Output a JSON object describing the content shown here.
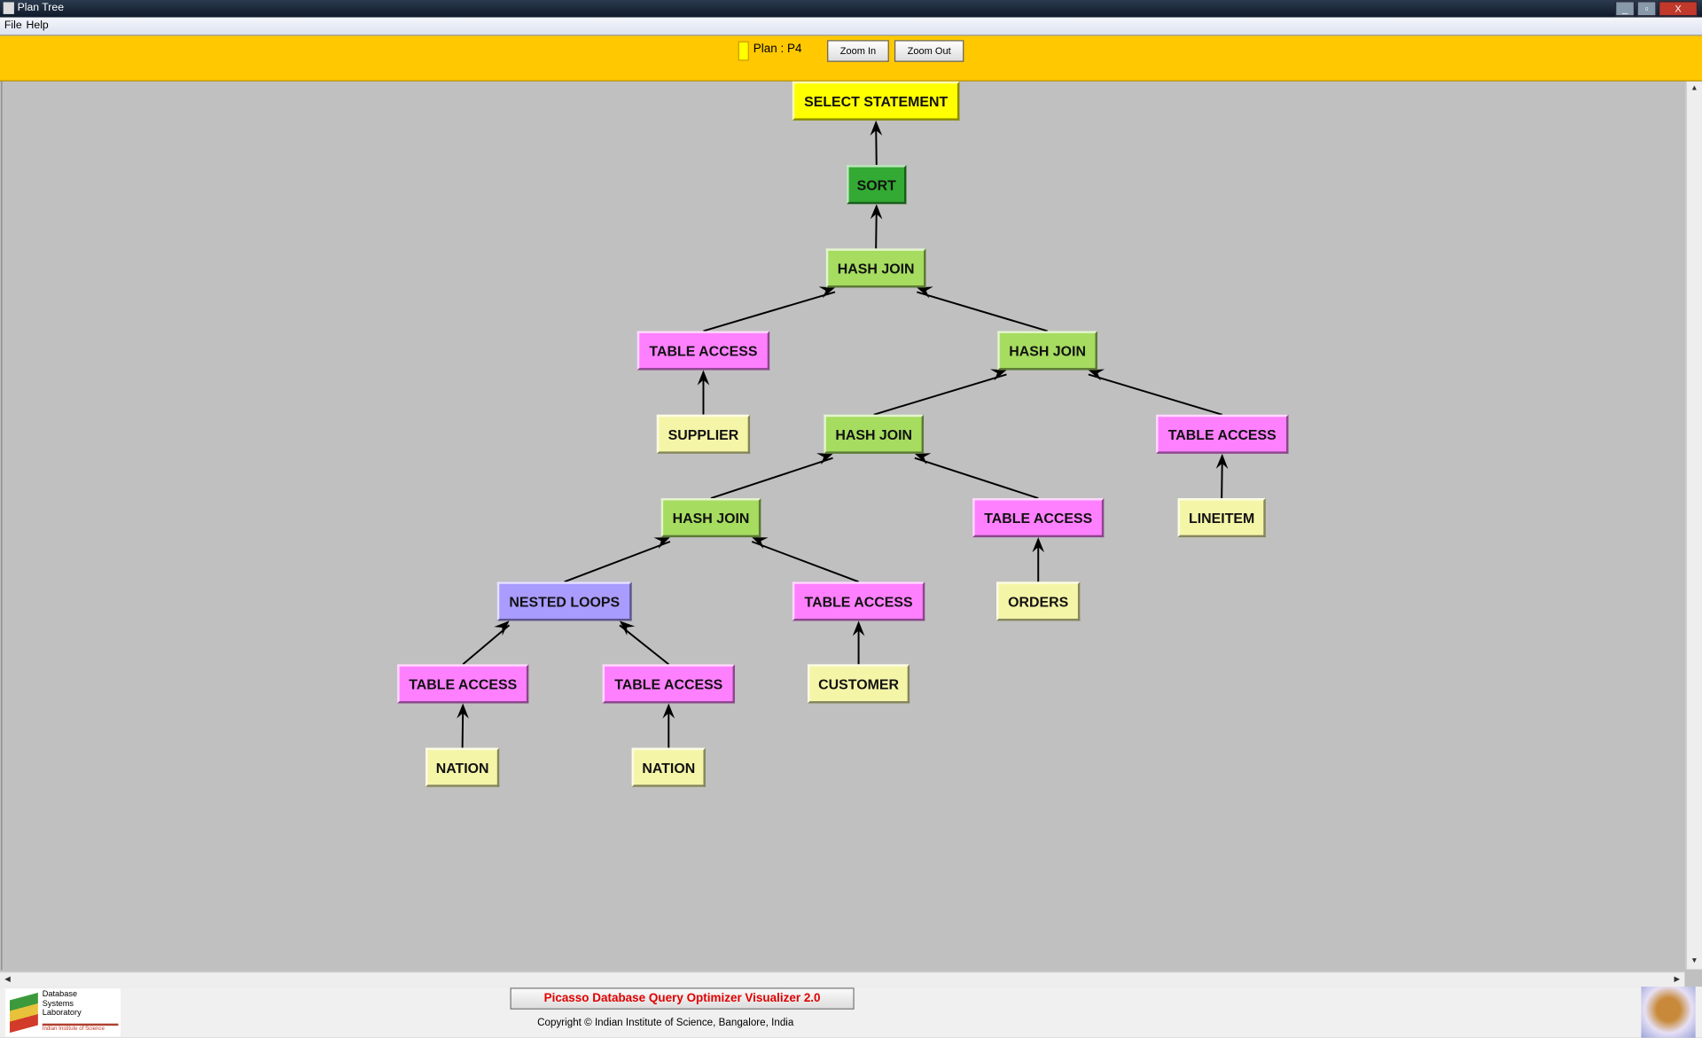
{
  "window": {
    "title": "Plan Tree",
    "controls": [
      "minimize",
      "restore",
      "close"
    ]
  },
  "menu": [
    "File",
    "Help"
  ],
  "toolbar": {
    "plan_label": "Plan : P4",
    "zoom_in": "Zoom In",
    "zoom_out": "Zoom Out"
  },
  "colors": {
    "select": "#ffff00",
    "sort": "#33aa33",
    "join": "#a6dc60",
    "access": "#ff80ff",
    "nested": "#a89cff",
    "table": "#f5f5a8"
  },
  "tree": [
    {
      "label": "SELECT STATEMENT",
      "kind": "select",
      "parent": null
    },
    {
      "label": "SORT",
      "kind": "sort",
      "parent": 0
    },
    {
      "label": "HASH JOIN",
      "kind": "join",
      "parent": 1
    },
    {
      "label": "TABLE ACCESS",
      "kind": "access",
      "parent": 2,
      "side": "left"
    },
    {
      "label": "HASH JOIN",
      "kind": "join",
      "parent": 2,
      "side": "right"
    },
    {
      "label": "SUPPLIER",
      "kind": "table",
      "parent": 3
    },
    {
      "label": "HASH JOIN",
      "kind": "join",
      "parent": 4,
      "side": "left"
    },
    {
      "label": "TABLE ACCESS",
      "kind": "access",
      "parent": 4,
      "side": "right"
    },
    {
      "label": "HASH JOIN",
      "kind": "join",
      "parent": 6,
      "side": "left"
    },
    {
      "label": "TABLE ACCESS",
      "kind": "access",
      "parent": 6,
      "side": "right"
    },
    {
      "label": "LINEITEM",
      "kind": "table",
      "parent": 7
    },
    {
      "label": "NESTED LOOPS",
      "kind": "nested",
      "parent": 8,
      "side": "left"
    },
    {
      "label": "TABLE ACCESS",
      "kind": "access",
      "parent": 8,
      "side": "right"
    },
    {
      "label": "ORDERS",
      "kind": "table",
      "parent": 9
    },
    {
      "label": "TABLE ACCESS",
      "kind": "access",
      "parent": 11,
      "side": "left"
    },
    {
      "label": "TABLE ACCESS",
      "kind": "access",
      "parent": 11,
      "side": "right"
    },
    {
      "label": "CUSTOMER",
      "kind": "table",
      "parent": 12
    },
    {
      "label": "NATION",
      "kind": "table",
      "parent": 14
    },
    {
      "label": "NATION",
      "kind": "table",
      "parent": 15
    }
  ],
  "footer": {
    "title_button": "Picasso Database Query Optimizer Visualizer 2.0",
    "copyright": "Copyright © Indian Institute of Science, Bangalore, India",
    "logo_left_text": "Database Systems Laboratory",
    "logo_left_sub": "Indian Institute of Science"
  }
}
